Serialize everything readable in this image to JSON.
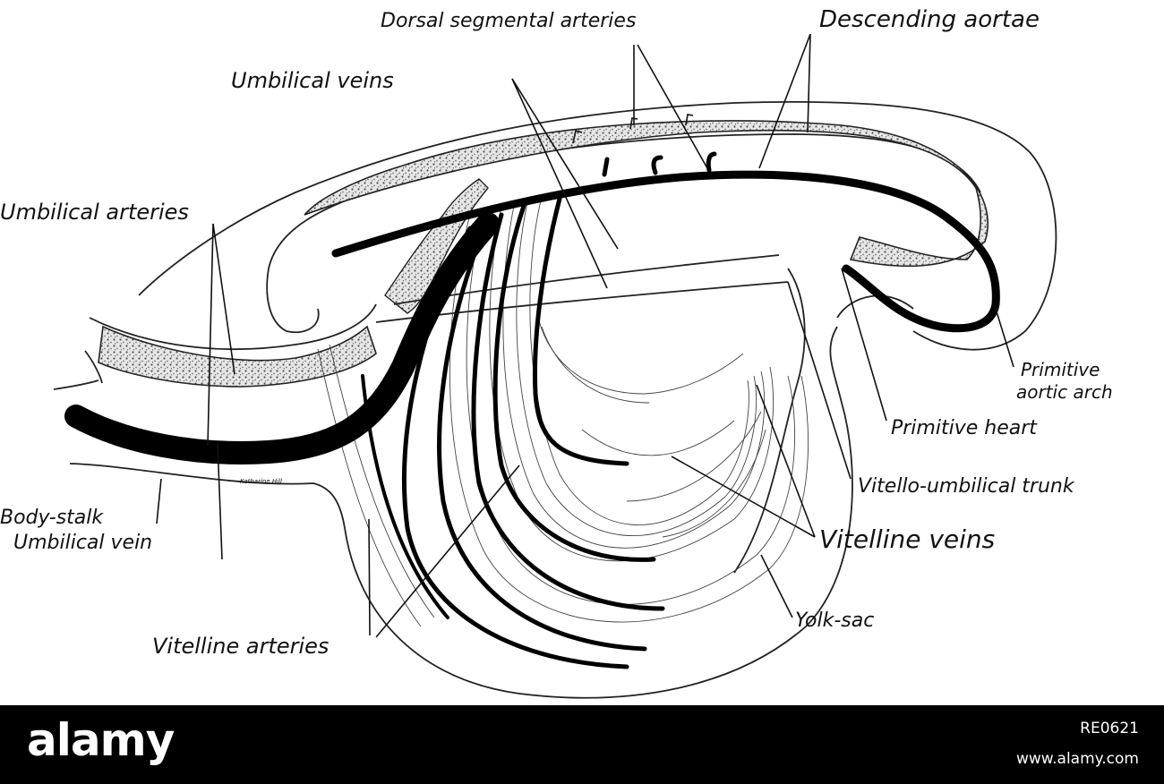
{
  "diagram": {
    "labels": {
      "dorsal_segmental_arteries": "Dorsal segmental arteries",
      "descending_aortae": "Descending aortae",
      "umbilical_veins": "Umbilical veins",
      "umbilical_arteries": "Umbilical arteries",
      "primitive_aortic_arch_1": "Primitive",
      "primitive_aortic_arch_2": "aortic arch",
      "primitive_heart": "Primitive heart",
      "vitello_umbilical_trunk": "Vitello-umbilical trunk",
      "vitelline_veins": "Vitelline veins",
      "body_stalk": "Body-stalk",
      "umbilical_vein": "Umbilical vein",
      "yolk_sac": "Yolk-sac",
      "vitelline_arteries": "Vitelline arteries",
      "artist_signature": "Katharine Hill"
    }
  },
  "footer": {
    "logo": "alamy",
    "image_id": "RE0621",
    "url": "www.alamy.com"
  }
}
